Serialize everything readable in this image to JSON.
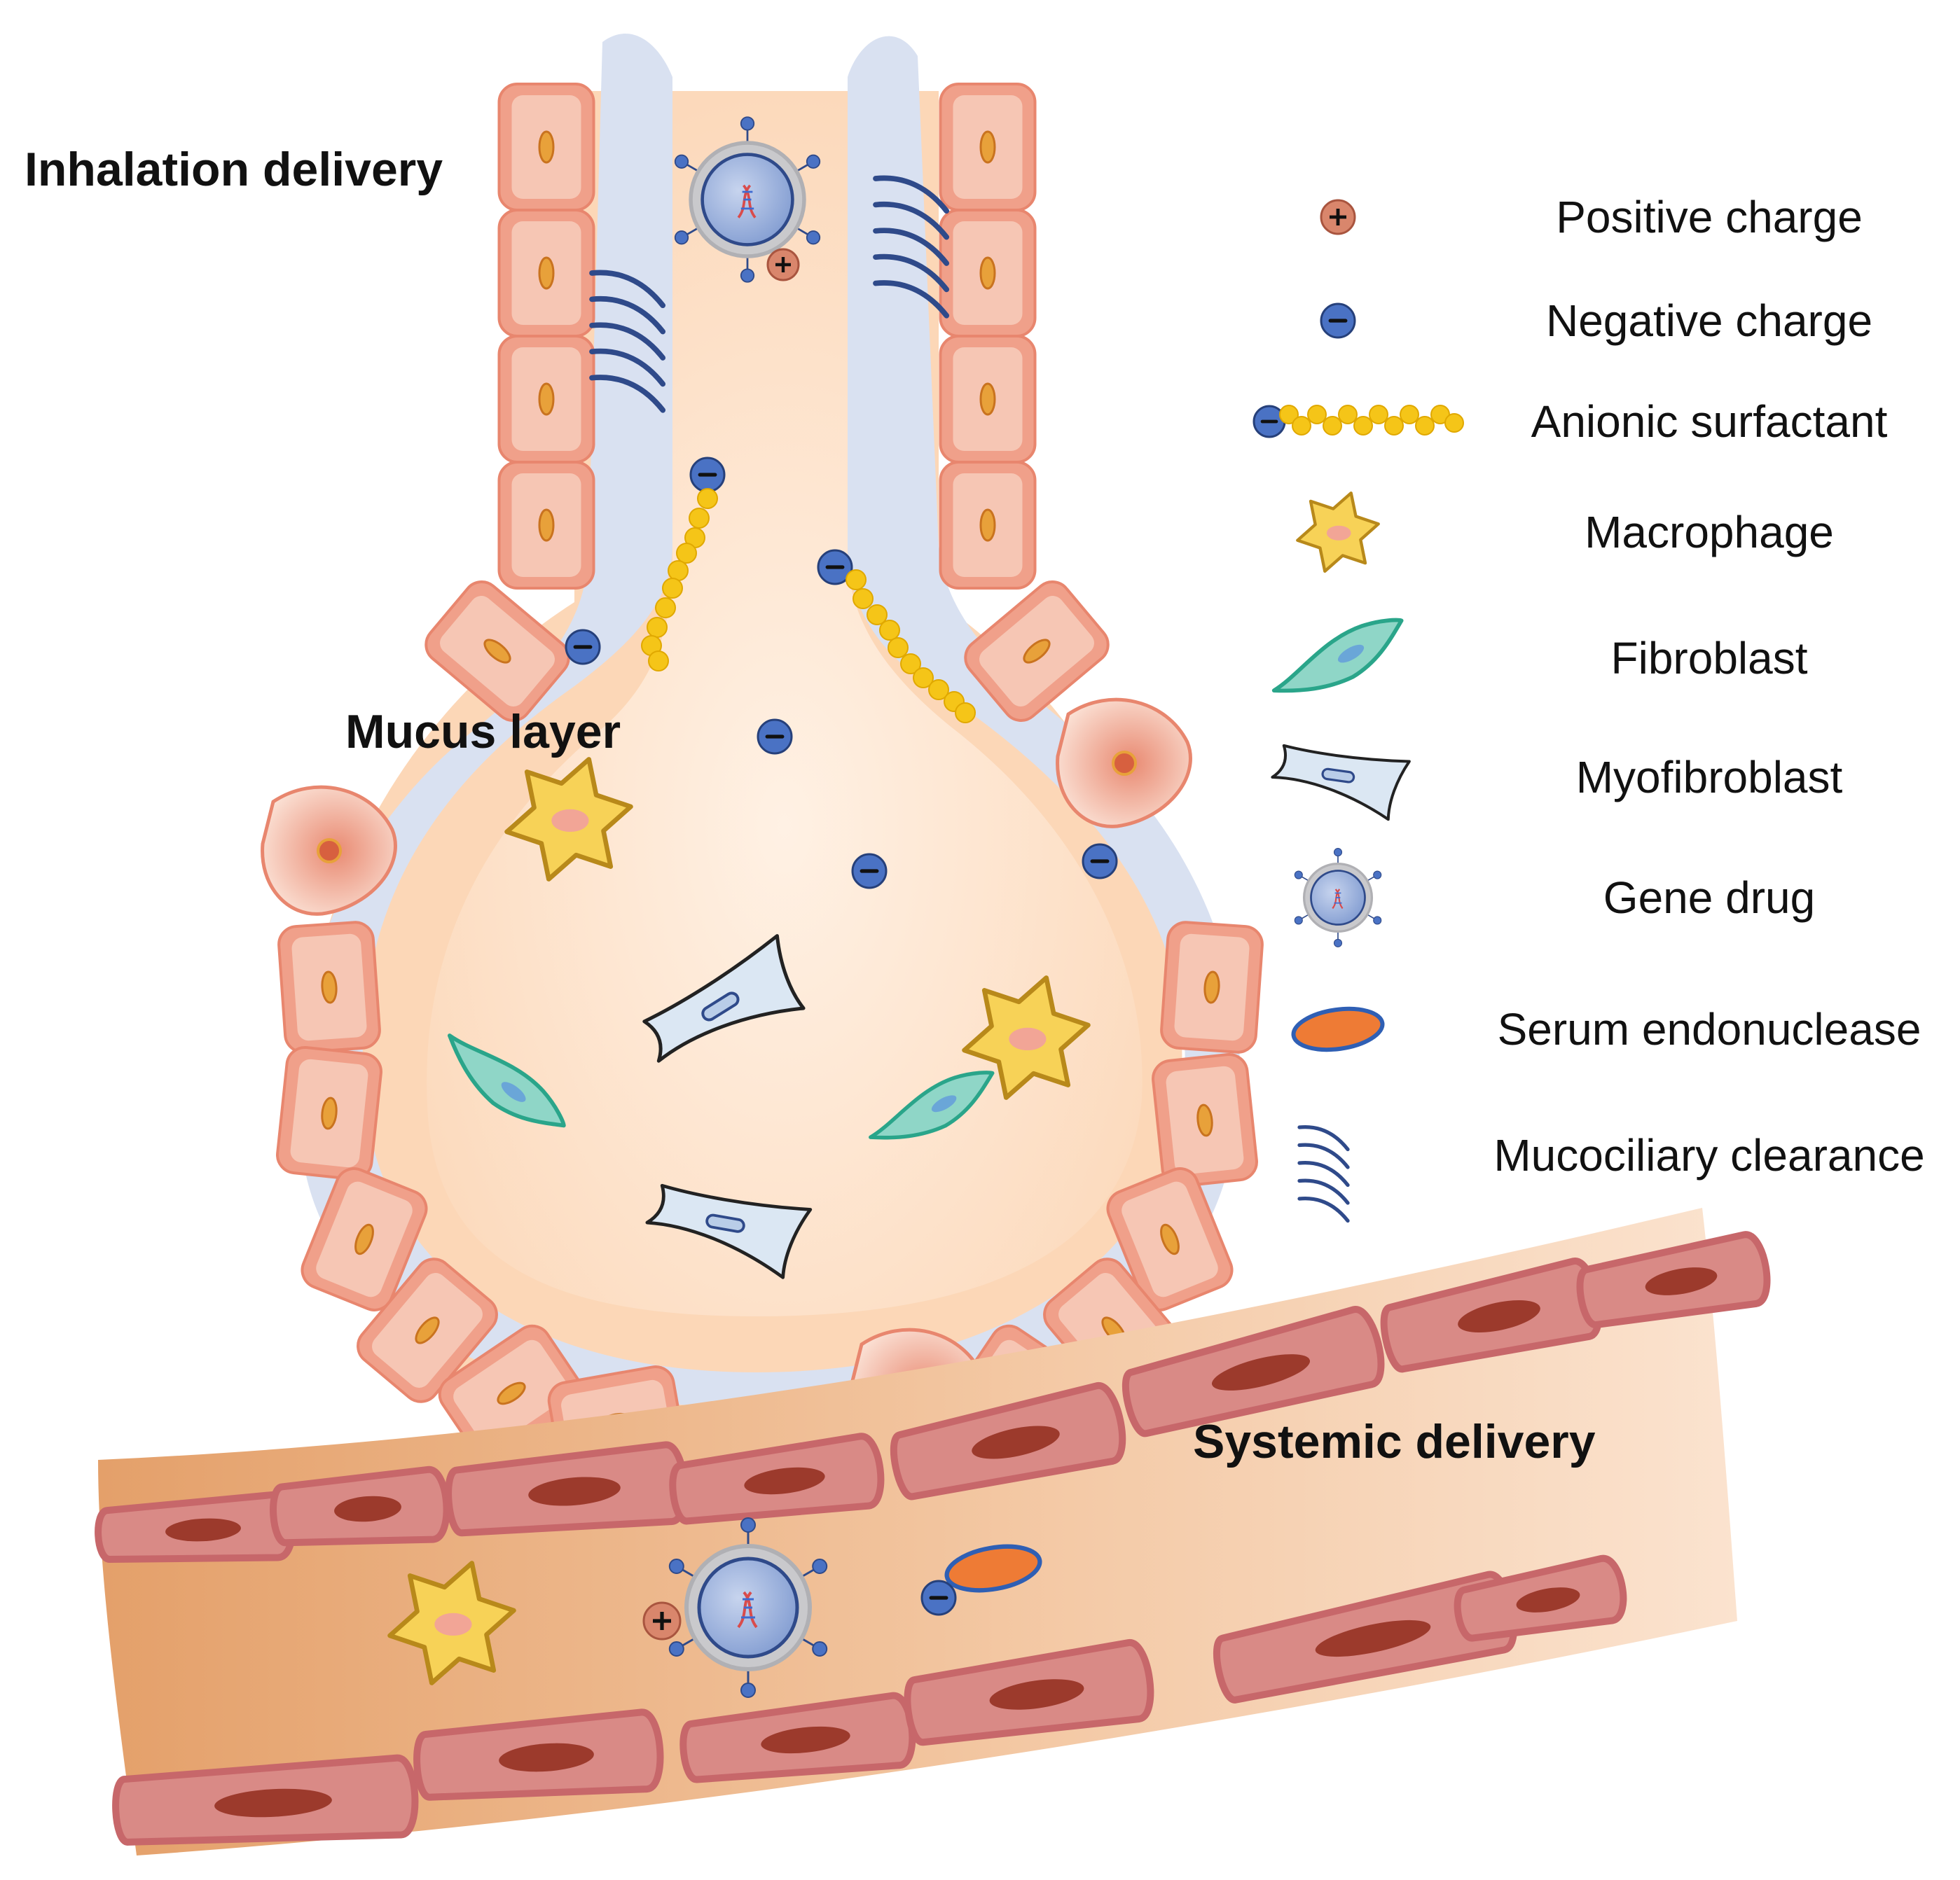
{
  "labels": {
    "inhalation": "Inhalation delivery",
    "mucus": "Mucus layer",
    "systemic": "Systemic delivery"
  },
  "legend": [
    {
      "icon": "positive-charge-icon",
      "label": "Positive charge"
    },
    {
      "icon": "negative-charge-icon",
      "label": "Negative charge"
    },
    {
      "icon": "anionic-surfactant-icon",
      "label": "Anionic surfactant"
    },
    {
      "icon": "macrophage-icon",
      "label": "Macrophage"
    },
    {
      "icon": "fibroblast-icon",
      "label": "Fibroblast"
    },
    {
      "icon": "myofibroblast-icon",
      "label": "Myofibroblast"
    },
    {
      "icon": "gene-drug-icon",
      "label": "Gene drug"
    },
    {
      "icon": "serum-endonuclease-icon",
      "label": "Serum endonuclease"
    },
    {
      "icon": "mucociliary-clearance-icon",
      "label": "Mucociliary clearance"
    }
  ],
  "colors": {
    "epithelium": "#f0a08a",
    "epithelium_inner": "#f6c6b4",
    "nucleus": "#e8a13a",
    "mucus": "#d9e1f1",
    "lumen": "#fde4cf",
    "vessel": "#f2bf95",
    "endothelium": "#d98a86",
    "endo_nucleus": "#9c3a2c",
    "negative": "#4a72c4",
    "positive": "#d9866c",
    "surfactant": "#f5c518",
    "macrophage": "#f7d257",
    "fibroblast": "#8fd6c7",
    "myofibroblast": "#dbe7f3",
    "endonuclease": "#ee7b35",
    "cilia": "#2f4a8a"
  }
}
